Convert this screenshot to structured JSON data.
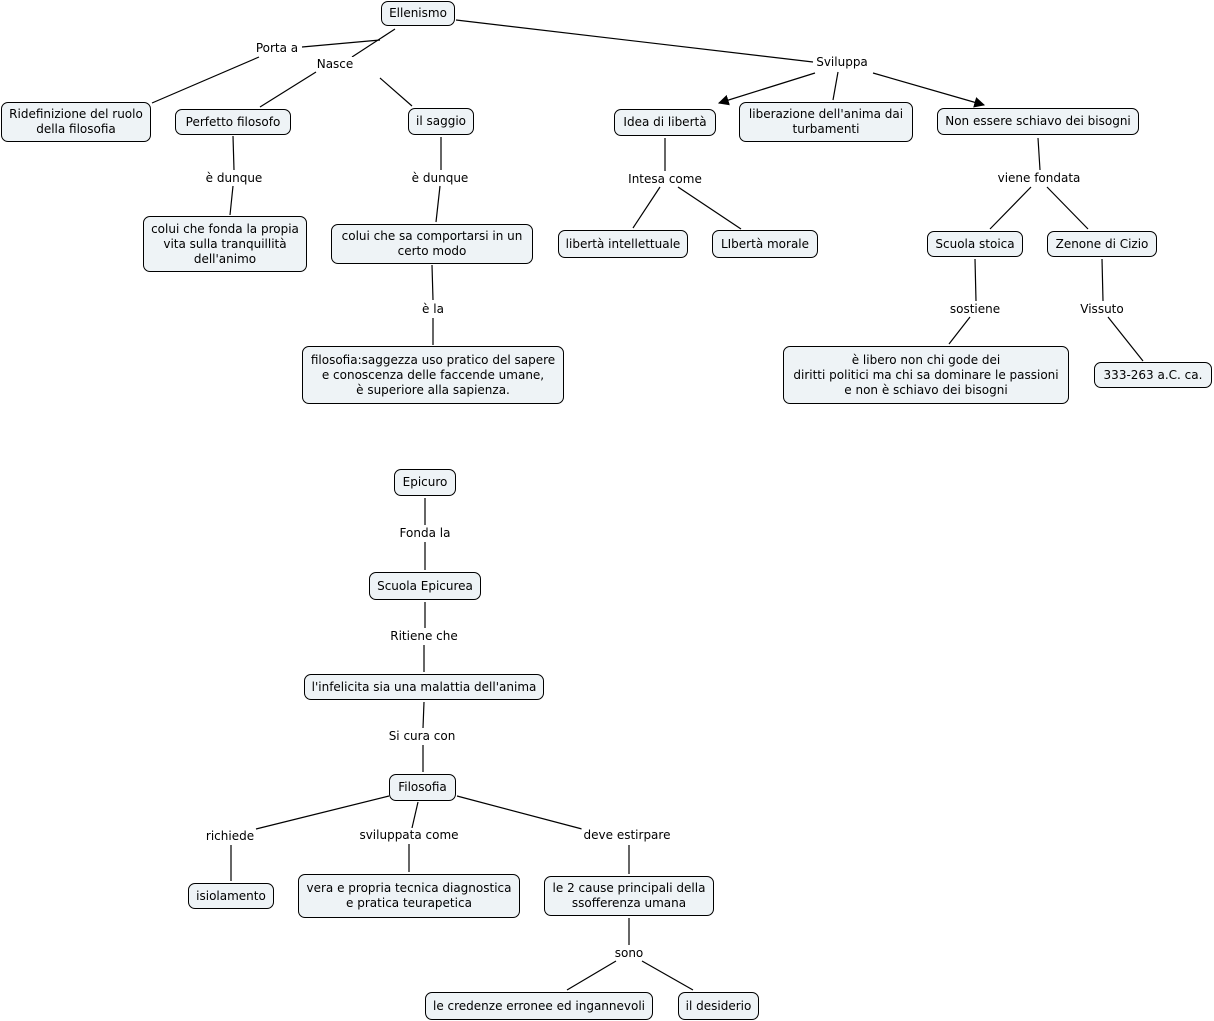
{
  "title": "Ellenismo",
  "colors": {
    "node_fill": "#eef3f6",
    "node_border": "#000000",
    "link": "#000000",
    "background": "#ffffff"
  },
  "nodes": {
    "ellenismo": "Ellenismo",
    "ridefinizione": "Ridefinizione del ruolo\ndella filosofia",
    "perfetto": "Perfetto filosofo",
    "saggio": "il saggio",
    "colui_fonda": "colui che fonda la propia\nvita sulla tranquillità\ndell'animo",
    "colui_sa": "colui che sa comportarsi in un\ncerto modo",
    "filosofia_saggezza": "filosofia:saggezza uso pratico del sapere\ne conoscenza delle faccende umane,\nè superiore alla sapienza.",
    "idea_liberta": "Idea di libertà",
    "liberazione": "liberazione dell'anima dai\nturbamenti",
    "non_schiavo": "Non essere schiavo dei bisogni",
    "liberta_intellettuale": "libertà intellettuale",
    "liberta_morale": "LIbertà morale",
    "scuola_stoica": "Scuola stoica",
    "zenone": "Zenone di Cizio",
    "e_libero": "è libero non chi gode dei\ndiritti politici ma chi sa dominare le passioni\ne non è schiavo dei bisogni",
    "date": "333-263 a.C. ca.",
    "epicuro": "Epicuro",
    "scuola_epicurea": "Scuola Epicurea",
    "infelicita": "l'infelicita sia una malattia dell'anima",
    "filosofia": "Filosofia",
    "isolamento": "isiolamento",
    "vera_tecnica": "vera e propria tecnica diagnostica\ne pratica teurapetica",
    "cause": "le 2 cause principali della\nssofferenza umana",
    "credenze": "le credenze erronee ed ingannevoli",
    "desiderio": "il desiderio"
  },
  "links": {
    "porta_a": "Porta a",
    "nasce": "Nasce",
    "sviluppa": "Sviluppa",
    "e_dunque_1": "è dunque",
    "e_dunque_2": "è dunque",
    "e_la": "è la",
    "intesa_come": "Intesa come",
    "viene_fondata": "viene fondata",
    "sostiene": "sostiene",
    "vissuto": "Vissuto",
    "fonda_la": "Fonda la",
    "ritiene_che": "Ritiene che",
    "si_cura_con": "Si cura con",
    "richiede": "richiede",
    "sviluppata_come": "sviluppata come",
    "deve_estirpare": "deve estirpare",
    "sono": "sono"
  }
}
